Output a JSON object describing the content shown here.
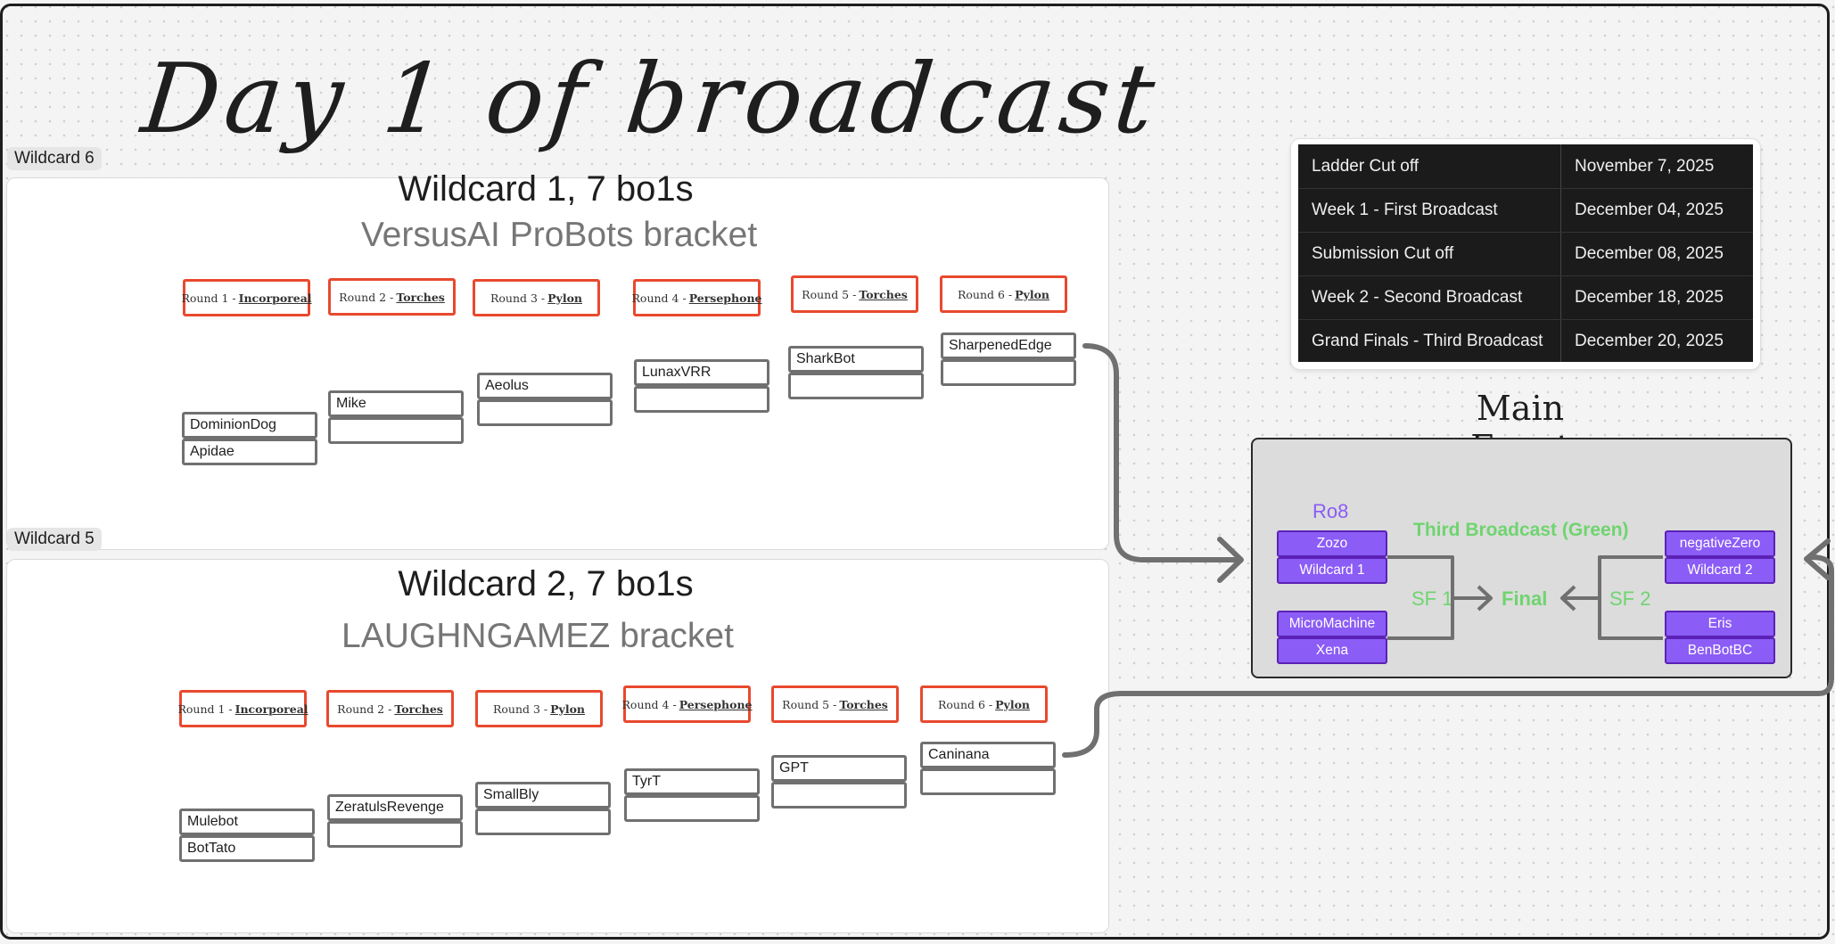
{
  "headline": "Day 1 of broadcast",
  "wildcard_top": {
    "frame_label": "Wildcard 6",
    "title": "Wildcard 1, 7 bo1s",
    "subtitle": "VersusAI ProBots bracket",
    "rounds": [
      {
        "prefix": "Round 1 - ",
        "map": "Incorporeal"
      },
      {
        "prefix": "Round 2 - ",
        "map": "Torches"
      },
      {
        "prefix": "Round 3 - ",
        "map": "Pylon"
      },
      {
        "prefix": "Round 4 - ",
        "map": "Persephone"
      },
      {
        "prefix": "Round 5 - ",
        "map": "Torches"
      },
      {
        "prefix": "Round 6 - ",
        "map": "Pylon"
      }
    ],
    "matches": [
      {
        "top": "DominionDog",
        "bottom": "Apidae"
      },
      {
        "top": "Mike",
        "bottom": ""
      },
      {
        "top": "Aeolus",
        "bottom": ""
      },
      {
        "top": "LunaxVRR",
        "bottom": ""
      },
      {
        "top": "SharkBot",
        "bottom": ""
      },
      {
        "top": "SharpenedEdge",
        "bottom": ""
      }
    ]
  },
  "wildcard_bottom": {
    "frame_label": "Wildcard 5",
    "title": "Wildcard 2, 7 bo1s",
    "subtitle": "LAUGHNGAMEZ bracket",
    "rounds": [
      {
        "prefix": "Round 1 - ",
        "map": "Incorporeal"
      },
      {
        "prefix": "Round 2 - ",
        "map": "Torches"
      },
      {
        "prefix": "Round 3 - ",
        "map": "Pylon"
      },
      {
        "prefix": "Round 4 - ",
        "map": "Persephone"
      },
      {
        "prefix": "Round 5 - ",
        "map": "Torches"
      },
      {
        "prefix": "Round 6 - ",
        "map": "Pylon"
      }
    ],
    "matches": [
      {
        "top": "Mulebot",
        "bottom": "BotTato"
      },
      {
        "top": "ZeratulsRevenge",
        "bottom": ""
      },
      {
        "top": "SmallBly",
        "bottom": ""
      },
      {
        "top": "TyrT",
        "bottom": ""
      },
      {
        "top": "GPT",
        "bottom": ""
      },
      {
        "top": "Caninana",
        "bottom": ""
      }
    ]
  },
  "schedule": [
    {
      "event": "Ladder Cut off",
      "date": "November 7, 2025"
    },
    {
      "event": "Week 1 - First Broadcast",
      "date": "December 04, 2025"
    },
    {
      "event": "Submission Cut off",
      "date": "December 08, 2025"
    },
    {
      "event": "Week 2 - Second Broadcast",
      "date": "December 18, 2025"
    },
    {
      "event": "Grand Finals - Third Broadcast",
      "date": "December 20, 2025"
    }
  ],
  "main_event": {
    "title": "Main Event",
    "ro8_label": "Ro8",
    "broadcast_label": "Third Broadcast (Green)",
    "sf1_label": "SF 1",
    "sf2_label": "SF 2",
    "final_label": "Final",
    "left_players": [
      "Zozo",
      "Wildcard 1",
      "MicroMachine",
      "Xena"
    ],
    "right_players": [
      "negativeZero",
      "Wildcard 2",
      "Eris",
      "BenBotBC"
    ]
  },
  "colors": {
    "round_border": "#e8492e",
    "slot_border": "#707070",
    "player_fill": "#8b5cf6",
    "player_border": "#5b21b6",
    "green_text": "#6fd46f",
    "schedule_bg": "#1b1b1b"
  }
}
